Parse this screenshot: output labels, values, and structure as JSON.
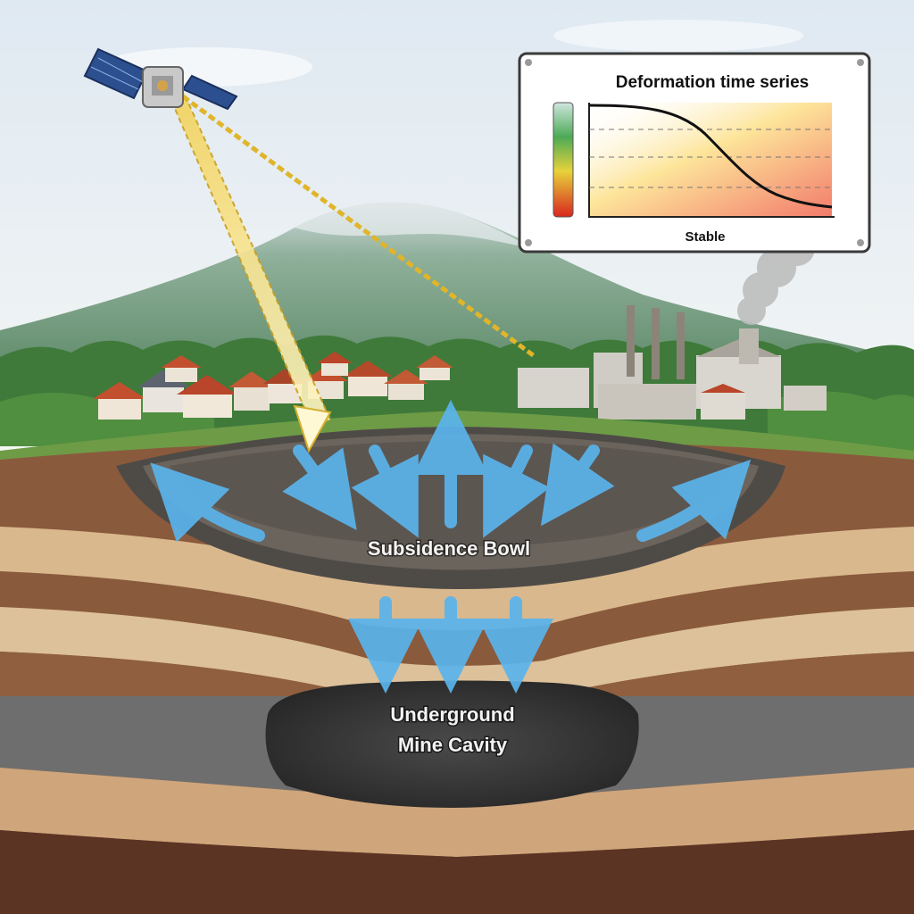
{
  "labels": {
    "bowl": "Subsidence Bowl",
    "cavity_line1": "Underground",
    "cavity_line2": "Mine Cavity"
  },
  "panel": {
    "title": "Deformation time series",
    "bottom_label": "Stable"
  },
  "colors": {
    "sky_top": "#e9f0f6",
    "mountain": "#5f8f6a",
    "arrow": "#5ab4ec",
    "beam": "#e5b92c",
    "soil_dark": "#7a4a33",
    "soil_light": "#d9b88d",
    "rock_gray": "#6f6f6f",
    "cavity": "#3b3b3b"
  },
  "icons": {
    "satellite": "satellite-icon",
    "factory": "factory-icon",
    "houses": "house-icon"
  }
}
